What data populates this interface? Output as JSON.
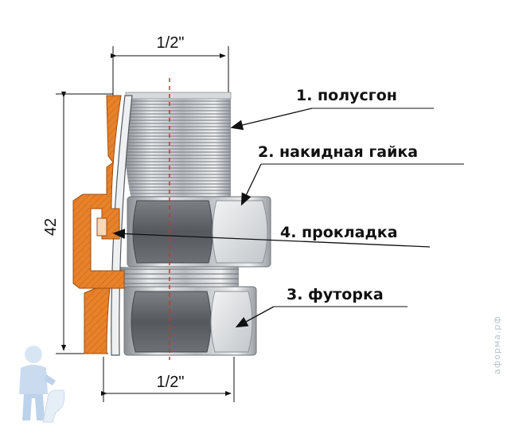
{
  "dimensions": {
    "top_width": "1/2\"",
    "bottom_width": "1/2\"",
    "height": "42"
  },
  "labels": {
    "label_1": "1. полусгон",
    "label_2": "2. накидная гайка",
    "label_3": "3. футорка",
    "label_4": "4. прокладка"
  },
  "watermark": "аформа.рф",
  "colors": {
    "cross_section": "#e8822a",
    "steel_light": "#e4e6e8",
    "steel_dark": "#5f6368",
    "axis_line": "#e0282b",
    "leader_line": "#111111"
  }
}
